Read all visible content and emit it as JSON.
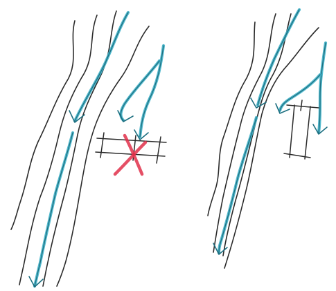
{
  "colors": {
    "ink": "#2a2a2a",
    "water": "#3fb1c8",
    "water_dark": "#1d6f80",
    "cross_out": "#e0304a",
    "background": "#ffffff"
  },
  "panels": [
    {
      "id": "left",
      "shows": [
        "river-channel",
        "main-flow-arrows",
        "tributary-flow-arrow",
        "bridge-sketch",
        "red-x-cross-out"
      ]
    },
    {
      "id": "right",
      "shows": [
        "river-channel",
        "main-flow-arrows",
        "tributary-flow-arrow",
        "bridge-sketch"
      ]
    }
  ]
}
